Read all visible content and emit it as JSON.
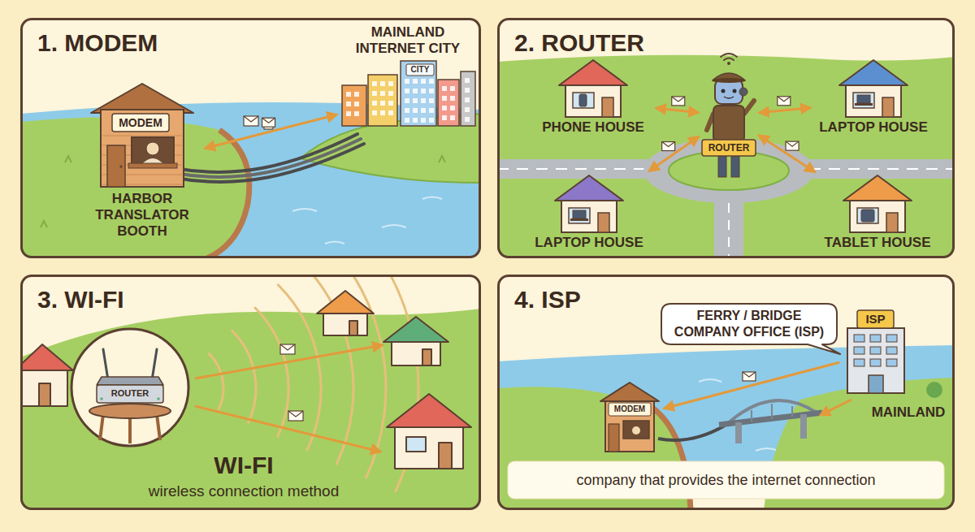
{
  "diagram": {
    "nodes": [
      {
        "text": [
          "1. MODEM"
        ]
      },
      {
        "text": [
          "MODEM",
          "HARBOR TRANSLATOR BOOTH"
        ],
        "in": 0
      },
      {
        "text": [
          "MAINLAND INTERNET CITY",
          "CITY"
        ],
        "in": 0
      },
      {
        "text": [
          "2. ROUTER"
        ]
      },
      {
        "text": [
          "ROUTER"
        ],
        "in": 3
      },
      {
        "text": [
          "PHONE HOUSE"
        ],
        "in": 3
      },
      {
        "text": [
          "LAPTOP HOUSE"
        ],
        "in": 3
      },
      {
        "text": [
          "LAPTOP HOUSE"
        ],
        "in": 3
      },
      {
        "text": [
          "TABLET HOUSE"
        ],
        "in": 3
      },
      {
        "text": [
          "3. WI-FI"
        ]
      },
      {
        "text": [
          "ROUTER"
        ],
        "in": 9
      },
      {
        "text": [
          "4. ISP"
        ]
      },
      {
        "text": [
          "MODEM"
        ],
        "in": 11
      },
      {
        "text": [
          "ISP"
        ],
        "in": 11
      },
      {
        "text": [
          "FERRY / BRIDGE COMPANY OFFICE (ISP)"
        ],
        "in": 11
      },
      {
        "text": [
          "company that provides the internet connection"
        ],
        "in": 11
      }
    ],
    "edges": [
      {
        "from": 1,
        "to": 2,
        "arrow": "both"
      },
      {
        "from": 4,
        "to": 5,
        "arrow": "both"
      },
      {
        "from": 4,
        "to": 6,
        "arrow": "both"
      },
      {
        "from": 4,
        "to": 7,
        "arrow": "both"
      },
      {
        "from": 4,
        "to": 8,
        "arrow": "both"
      },
      {
        "from": 13,
        "to": 12,
        "arrow": "to"
      }
    ],
    "labels": [
      "WI-FI",
      "wireless connection method",
      "MAINLAND"
    ]
  }
}
